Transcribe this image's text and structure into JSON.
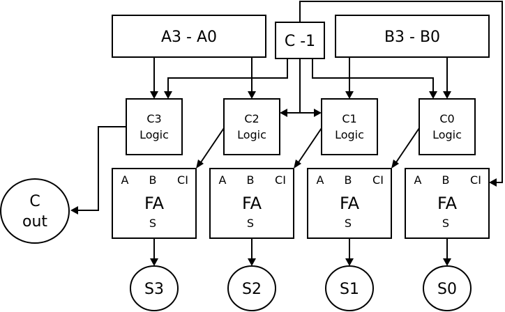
{
  "inputs": {
    "a_bus": "A3 - A0",
    "b_bus": "B3 - B0",
    "carry_in": "C -1"
  },
  "logic_blocks": [
    {
      "line1": "C3",
      "line2": "Logic"
    },
    {
      "line1": "C2",
      "line2": "Logic"
    },
    {
      "line1": "C1",
      "line2": "Logic"
    },
    {
      "line1": "C0",
      "line2": "Logic"
    }
  ],
  "adders": [
    {
      "label": "FA",
      "pin_a": "A",
      "pin_b": "B",
      "pin_ci": "CI",
      "pin_s": "S"
    },
    {
      "label": "FA",
      "pin_a": "A",
      "pin_b": "B",
      "pin_ci": "CI",
      "pin_s": "S"
    },
    {
      "label": "FA",
      "pin_a": "A",
      "pin_b": "B",
      "pin_ci": "CI",
      "pin_s": "S"
    },
    {
      "label": "FA",
      "pin_a": "A",
      "pin_b": "B",
      "pin_ci": "CI",
      "pin_s": "S"
    }
  ],
  "outputs": [
    "S3",
    "S2",
    "S1",
    "S0"
  ],
  "carry_out": {
    "line1": "C",
    "line2": "out"
  }
}
